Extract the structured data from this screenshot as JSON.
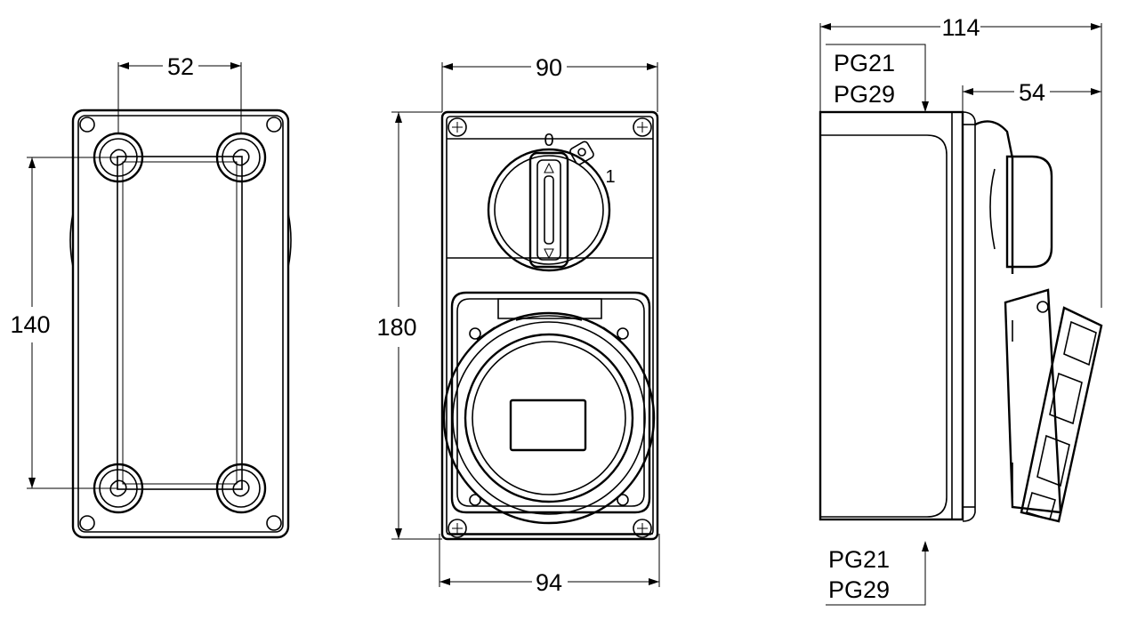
{
  "front_view": {
    "dim_top": "52",
    "dim_left": "140"
  },
  "middle_view": {
    "dim_top": "90",
    "dim_left": "180",
    "dim_bottom": "94",
    "switch_pos_0": "0",
    "switch_pos_1": "1"
  },
  "side_view": {
    "dim_top": "114",
    "dim_right": "54",
    "gland_top_line1": "PG21",
    "gland_top_line2": "PG29",
    "gland_bottom_line1": "PG21",
    "gland_bottom_line2": "PG29"
  }
}
